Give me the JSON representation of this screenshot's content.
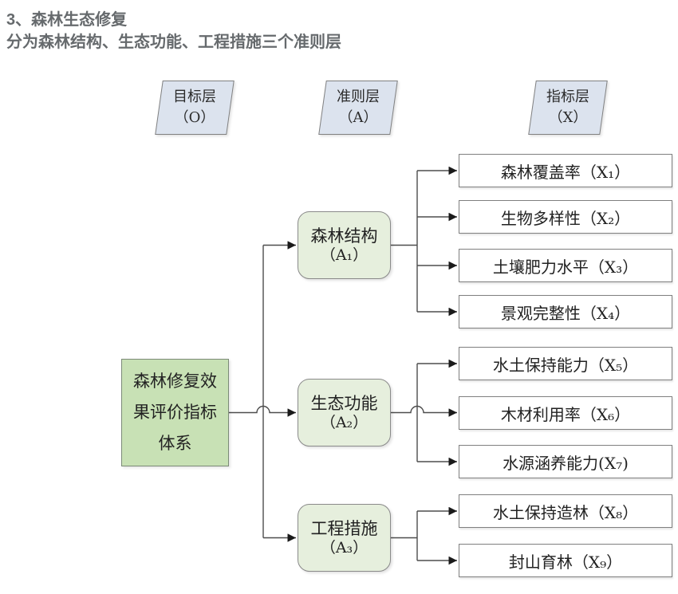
{
  "header": {
    "title": "3、森林生态修复",
    "subtitle": "分为森林结构、生态功能、工程措施三个准则层"
  },
  "layer_labels": [
    {
      "name": "目标层",
      "code": "（O）"
    },
    {
      "name": "准则层",
      "code": "（A）"
    },
    {
      "name": "指标层",
      "code": "（X）"
    }
  ],
  "goal": {
    "label": "森林修复效果评价指标体系"
  },
  "criteria": [
    {
      "name": "森林结构",
      "code": "（A₁）"
    },
    {
      "name": "生态功能",
      "code": "（A₂）"
    },
    {
      "name": "工程措施",
      "code": "（A₃）"
    }
  ],
  "indicators": [
    "森林覆盖率（X₁）",
    "生物多样性（X₂）",
    "土壤肥力水平（X₃）",
    "景观完整性（X₄）",
    "水土保持能力（X₅）",
    "木材利用率（X₆）",
    "水源涵养能力(X₇)",
    "水土保持造林（X₈）",
    "封山育林（X₉）"
  ],
  "colors": {
    "layer_fill": "#dce3ee",
    "goal_fill": "#c8e1b5",
    "criteria_fill": "#e6efdd",
    "indicator_fill": "#ffffff",
    "shape_border": "#7f7f7f",
    "connector_line": "#4d4d4d",
    "arrowhead": "#1a1a1a",
    "title_text": "#666a6d"
  }
}
